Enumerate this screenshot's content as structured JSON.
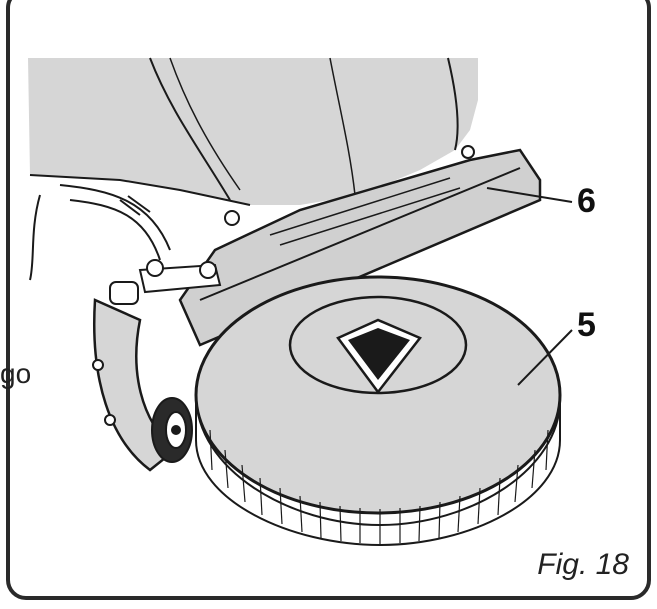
{
  "figure": {
    "caption": "Fig. 18",
    "callouts": [
      "6",
      "5"
    ],
    "cutoff_text": "go"
  },
  "colors": {
    "frame": "#2a2a2a",
    "body_gray": "#d6d6d6",
    "line": "#1a1a1a",
    "brush_white": "#ffffff"
  }
}
